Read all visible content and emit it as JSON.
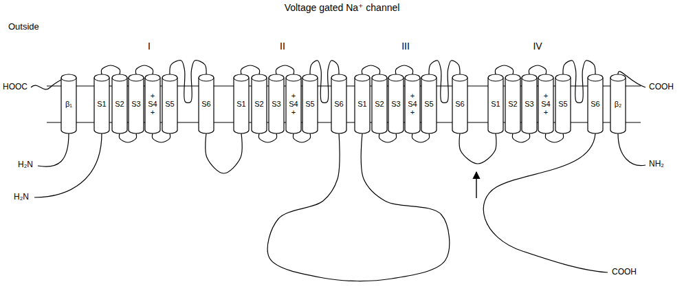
{
  "diagram": {
    "title": "Voltage gated Na⁺ channel",
    "nodes": [
      {
        "text": [
          "β₁"
        ]
      },
      {
        "text": [
          "S1"
        ]
      },
      {
        "text": [
          "S2"
        ]
      },
      {
        "text": [
          "S3"
        ]
      },
      {
        "text": [
          "+",
          "S4",
          "+"
        ]
      },
      {
        "text": [
          "S5"
        ]
      },
      {
        "text": [
          "S6"
        ]
      },
      {
        "text": [
          "S1"
        ]
      },
      {
        "text": [
          "S2"
        ]
      },
      {
        "text": [
          "S3"
        ]
      },
      {
        "text": [
          "+",
          "S4",
          "+"
        ]
      },
      {
        "text": [
          "S5"
        ]
      },
      {
        "text": [
          "S6"
        ]
      },
      {
        "text": [
          "S1"
        ]
      },
      {
        "text": [
          "S2"
        ]
      },
      {
        "text": [
          "S3"
        ]
      },
      {
        "text": [
          "+",
          "S4",
          "+"
        ]
      },
      {
        "text": [
          "S5"
        ]
      },
      {
        "text": [
          "S6"
        ]
      },
      {
        "text": [
          "S1"
        ]
      },
      {
        "text": [
          "S2"
        ]
      },
      {
        "text": [
          "S3"
        ]
      },
      {
        "text": [
          "+",
          "S4",
          "+"
        ]
      },
      {
        "text": [
          "S5"
        ]
      },
      {
        "text": [
          "S6"
        ]
      },
      {
        "text": [
          "β₂"
        ]
      }
    ],
    "edges": [
      {
        "from": 1,
        "to": 2,
        "arrow": "none"
      },
      {
        "from": 2,
        "to": 3,
        "arrow": "none"
      },
      {
        "from": 3,
        "to": 4,
        "arrow": "none"
      },
      {
        "from": 4,
        "to": 5,
        "arrow": "none"
      },
      {
        "from": 5,
        "to": 6,
        "arrow": "none"
      },
      {
        "from": 6,
        "to": 7,
        "arrow": "none"
      },
      {
        "from": 7,
        "to": 8,
        "arrow": "none"
      },
      {
        "from": 8,
        "to": 9,
        "arrow": "none"
      },
      {
        "from": 9,
        "to": 10,
        "arrow": "none"
      },
      {
        "from": 10,
        "to": 11,
        "arrow": "none"
      },
      {
        "from": 11,
        "to": 12,
        "arrow": "none"
      },
      {
        "from": 12,
        "to": 13,
        "arrow": "none"
      },
      {
        "from": 13,
        "to": 14,
        "arrow": "none"
      },
      {
        "from": 14,
        "to": 15,
        "arrow": "none"
      },
      {
        "from": 15,
        "to": 16,
        "arrow": "none"
      },
      {
        "from": 16,
        "to": 17,
        "arrow": "none"
      },
      {
        "from": 17,
        "to": 18,
        "arrow": "none"
      },
      {
        "from": 18,
        "to": 19,
        "arrow": "none"
      },
      {
        "from": 19,
        "to": 20,
        "arrow": "none"
      },
      {
        "from": 20,
        "to": 21,
        "arrow": "none"
      },
      {
        "from": 21,
        "to": 22,
        "arrow": "none"
      },
      {
        "from": 22,
        "to": 23,
        "arrow": "none"
      },
      {
        "from": 23,
        "to": 24,
        "arrow": "none"
      }
    ],
    "labels": [
      "Outside",
      "I",
      "II",
      "III",
      "IV",
      "HOOC",
      "H₂N",
      "H₂N",
      "COOH",
      "NH₂",
      "COOH"
    ]
  }
}
